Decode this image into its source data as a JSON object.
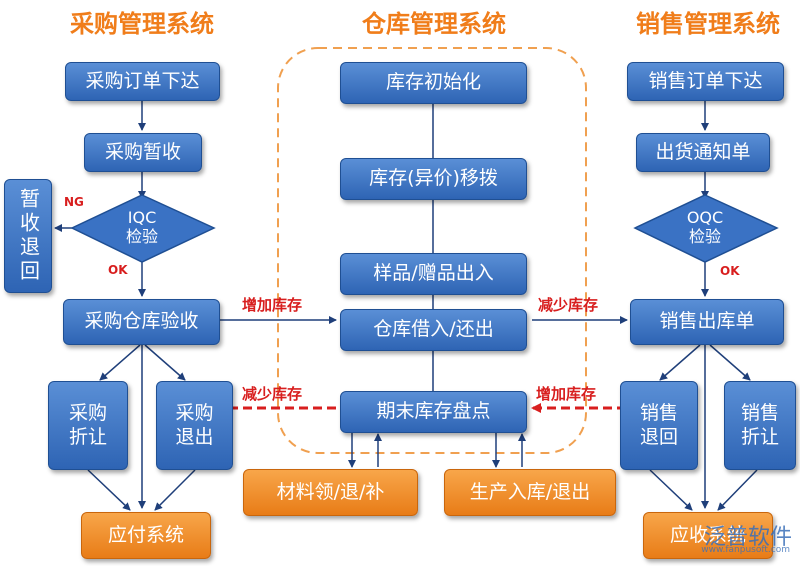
{
  "titles": {
    "purchase": "采购管理系统",
    "warehouse": "仓库管理系统",
    "sales": "销售管理系统"
  },
  "purchase": {
    "order": "采购订单下达",
    "temp_receive": "采购暂收",
    "iqc": "IQC\n检验",
    "temp_return": "暂收退回",
    "ng": "NG",
    "ok": "OK",
    "warehouse_check": "采购仓库验收",
    "discount": "采购\n折让",
    "return": "采购\n退出",
    "payable": "应付系统"
  },
  "warehouse": {
    "init": "库存初始化",
    "transfer": "库存(异价)移拨",
    "sample": "样品/赠品出入",
    "borrow": "仓库借入/还出",
    "stocktake": "期末库存盘点",
    "material": "材料领/退/补",
    "production": "生产入库/退出"
  },
  "sales": {
    "order": "销售订单下达",
    "delivery_notice": "出货通知单",
    "oqc": "OQC\n检验",
    "ok": "OK",
    "outbound": "销售出库单",
    "return": "销售\n退回",
    "discount": "销售\n折让",
    "receivable": "应收系统"
  },
  "labels": {
    "inc_left": "增加库存",
    "dec_right": "减少库存",
    "dec_left": "减少库存",
    "inc_right": "增加库存"
  },
  "watermark": {
    "brand": "泛普软件",
    "url": "www.fanpusoft.com"
  },
  "colors": {
    "blue": "#2e64b4",
    "orange": "#e87c17",
    "title_orange": "#f07d1a",
    "red": "#d81e1e",
    "dashed_border": "#f0a050"
  }
}
